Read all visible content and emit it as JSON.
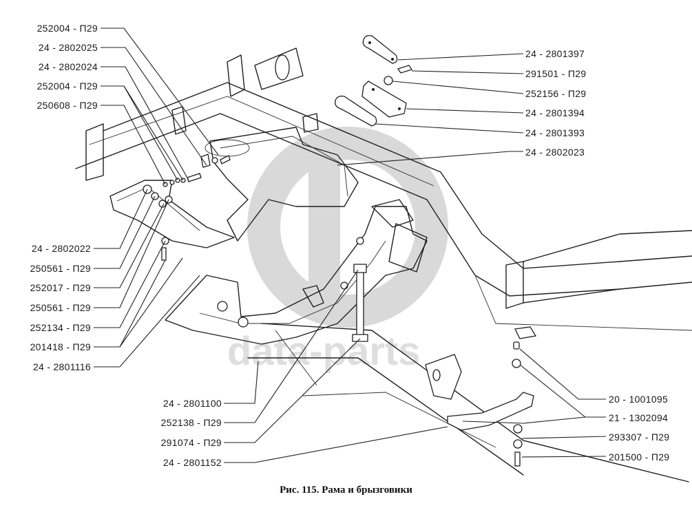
{
  "figure": {
    "caption": "Рис. 115. Рама и брызговики",
    "watermark": {
      "logo": "dp-logo-icon",
      "text": "data-parts",
      "color": "#d9d9d9"
    },
    "line_color": "#1e1e1e",
    "background": "#ffffff"
  },
  "labels": {
    "left": [
      "252004 - П29",
      "24 - 2802025",
      "24 - 2802024",
      "252004 - П29",
      "250608 - П29",
      "24 - 2802022",
      "250561 - П29",
      "252017 - П29",
      "250561 - П29",
      "252134 - П29",
      "201418 - П29",
      "24 - 2801116"
    ],
    "right": [
      "24 - 2801397",
      "291501 - П29",
      "252156 - П29",
      "24 - 2801394",
      "24 - 2801393",
      "24 - 2802023",
      "20 - 1001095",
      "21 - 1302094",
      "293307 - П29",
      "201500 - П29"
    ],
    "bottom": [
      "24 - 2801100",
      "252138 - П29",
      "291074 - П29",
      "24 - 2801152"
    ]
  }
}
